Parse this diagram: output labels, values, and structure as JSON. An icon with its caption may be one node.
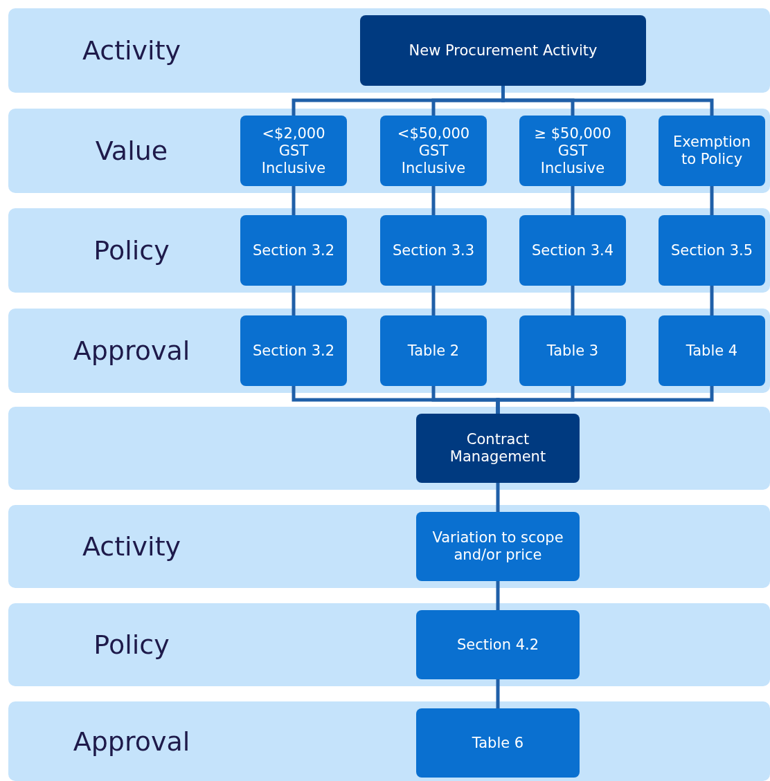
{
  "diagram": {
    "nodes": [
      {
        "text": [
          "Activity"
        ]
      },
      {
        "text": [
          "New Procurement Activity"
        ],
        "in": 0
      },
      {
        "text": [
          "Value"
        ]
      },
      {
        "text": [
          "<$2,000 GST Inclusive"
        ],
        "in": 2
      },
      {
        "text": [
          "<$50,000 GST Inclusive"
        ],
        "in": 2
      },
      {
        "text": [
          "≥ $50,000 GST Inclusive"
        ],
        "in": 2
      },
      {
        "text": [
          "Exemption to Policy"
        ],
        "in": 2
      },
      {
        "text": [
          "Policy"
        ]
      },
      {
        "text": [
          "Section 3.2"
        ],
        "in": 7
      },
      {
        "text": [
          "Section 3.3"
        ],
        "in": 7
      },
      {
        "text": [
          "Section 3.4"
        ],
        "in": 7
      },
      {
        "text": [
          "Section 3.5"
        ],
        "in": 7
      },
      {
        "text": [
          "Approval"
        ]
      },
      {
        "text": [
          "Section 3.2"
        ],
        "in": 12
      },
      {
        "text": [
          "Table 2"
        ],
        "in": 12
      },
      {
        "text": [
          "Table 3"
        ],
        "in": 12
      },
      {
        "text": [
          "Table 4"
        ],
        "in": 12
      },
      {
        "text": [],
        "shape": "band"
      },
      {
        "text": [
          "Contract Management"
        ],
        "in": 17
      },
      {
        "text": [
          "Activity"
        ]
      },
      {
        "text": [
          "Variation to scope and/or price"
        ],
        "in": 19
      },
      {
        "text": [
          "Policy"
        ]
      },
      {
        "text": [
          "Section 4.2"
        ],
        "in": 21
      },
      {
        "text": [
          "Approval"
        ]
      },
      {
        "text": [
          "Table 6"
        ],
        "in": 23
      }
    ],
    "edges": [
      {
        "from": 1,
        "to": 3,
        "arrow": "none"
      },
      {
        "from": 1,
        "to": 4,
        "arrow": "none"
      },
      {
        "from": 1,
        "to": 5,
        "arrow": "none"
      },
      {
        "from": 1,
        "to": 6,
        "arrow": "none"
      },
      {
        "from": 3,
        "to": 8,
        "arrow": "none"
      },
      {
        "from": 4,
        "to": 9,
        "arrow": "none"
      },
      {
        "from": 5,
        "to": 10,
        "arrow": "none"
      },
      {
        "from": 6,
        "to": 11,
        "arrow": "none"
      },
      {
        "from": 8,
        "to": 13,
        "arrow": "none"
      },
      {
        "from": 9,
        "to": 14,
        "arrow": "none"
      },
      {
        "from": 10,
        "to": 15,
        "arrow": "none"
      },
      {
        "from": 11,
        "to": 16,
        "arrow": "none"
      },
      {
        "from": 13,
        "to": 18,
        "arrow": "none"
      },
      {
        "from": 14,
        "to": 18,
        "arrow": "none"
      },
      {
        "from": 15,
        "to": 18,
        "arrow": "none"
      },
      {
        "from": 16,
        "to": 18,
        "arrow": "none"
      },
      {
        "from": 18,
        "to": 20,
        "arrow": "none"
      },
      {
        "from": 20,
        "to": 22,
        "arrow": "none"
      },
      {
        "from": 22,
        "to": 24,
        "arrow": "none"
      }
    ]
  }
}
